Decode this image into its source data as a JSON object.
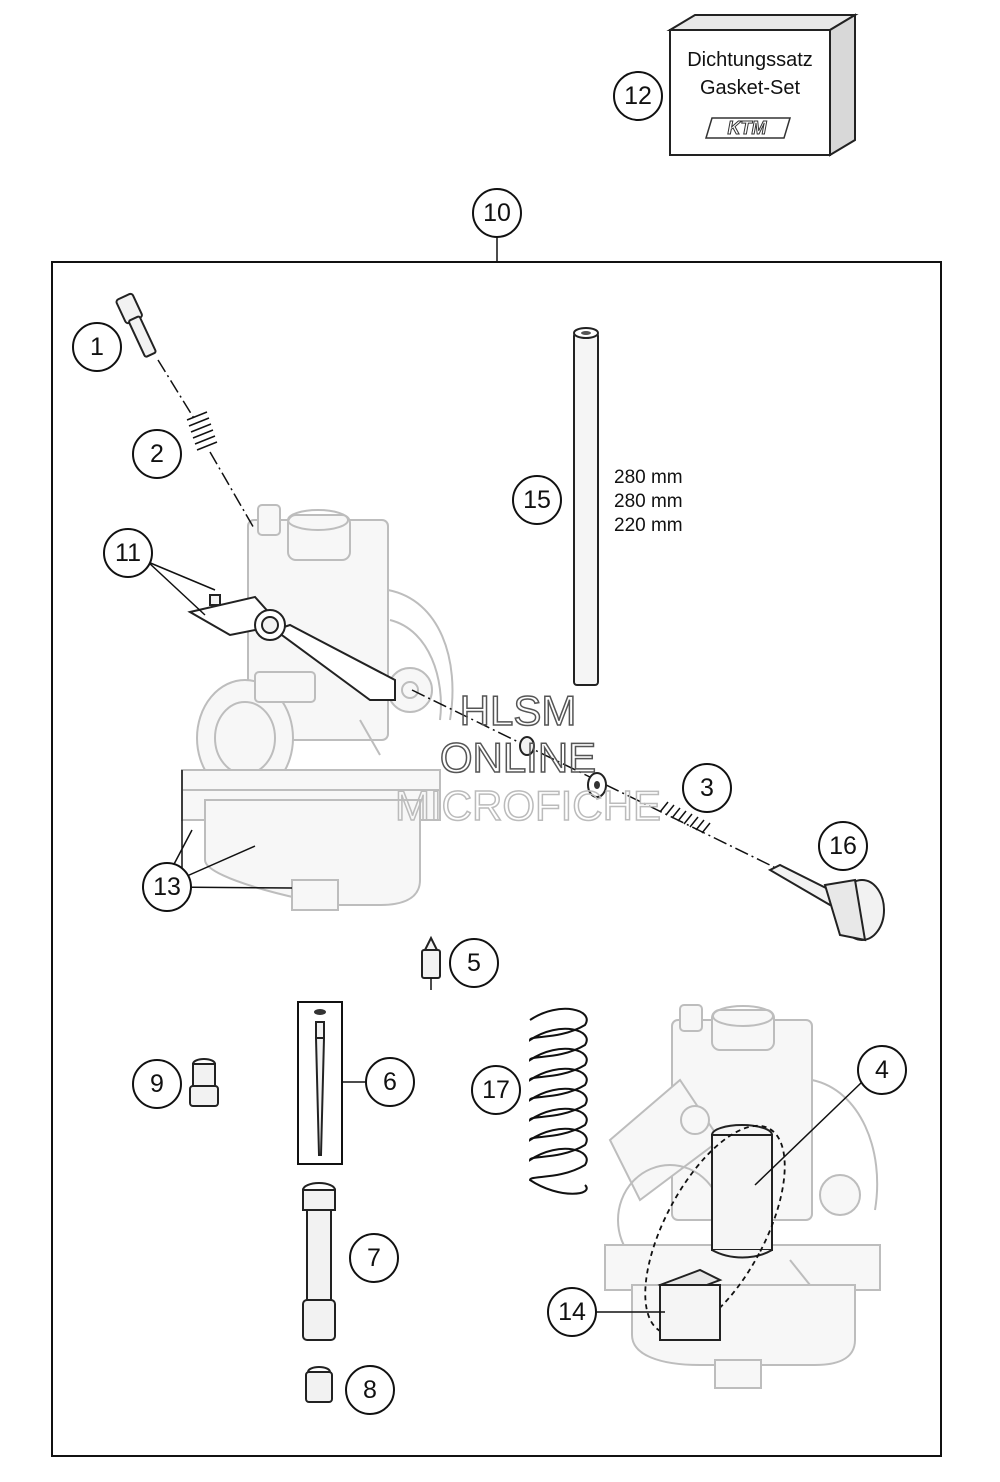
{
  "gasket_set": {
    "label_de": "Dichtungssatz",
    "label_en": "Gasket-Set",
    "brand_logo": "KTM"
  },
  "lengths": [
    "280 mm",
    "280 mm",
    "220 mm"
  ],
  "watermark": [
    "HLSM",
    "ONLINE",
    "MICROFICHE"
  ],
  "callouts": {
    "c1": "1",
    "c2": "2",
    "c3": "3",
    "c4": "4",
    "c5": "5",
    "c6": "6",
    "c7": "7",
    "c8": "8",
    "c9": "9",
    "c10": "10",
    "c11": "11",
    "c12": "12",
    "c13": "13",
    "c14": "14",
    "c15": "15",
    "c16": "16",
    "c17": "17"
  }
}
